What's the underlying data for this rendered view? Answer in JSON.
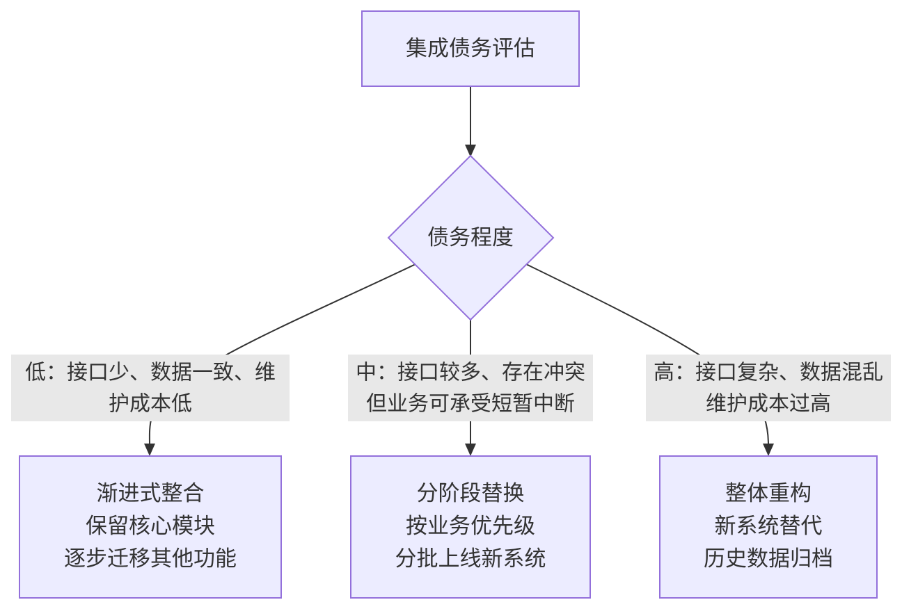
{
  "diagram": {
    "start_node": {
      "label": "集成债务评估"
    },
    "decision_node": {
      "label": "债务程度"
    },
    "branches": {
      "low": {
        "condition_line1": "低：接口少、数据一致、维",
        "condition_line2": "护成本低",
        "outcome_lines": [
          "渐进式整合",
          "保留核心模块",
          "逐步迁移其他功能"
        ]
      },
      "medium": {
        "condition_line1": "中：接口较多、存在冲突",
        "condition_line2": "但业务可承受短暂中断",
        "outcome_lines": [
          "分阶段替换",
          "按业务优先级",
          "分批上线新系统"
        ]
      },
      "high": {
        "condition_line1": "高：接口复杂、数据混乱",
        "condition_line2": "维护成本过高",
        "outcome_lines": [
          "整体重构",
          "新系统替代",
          "历史数据归档"
        ]
      }
    }
  }
}
